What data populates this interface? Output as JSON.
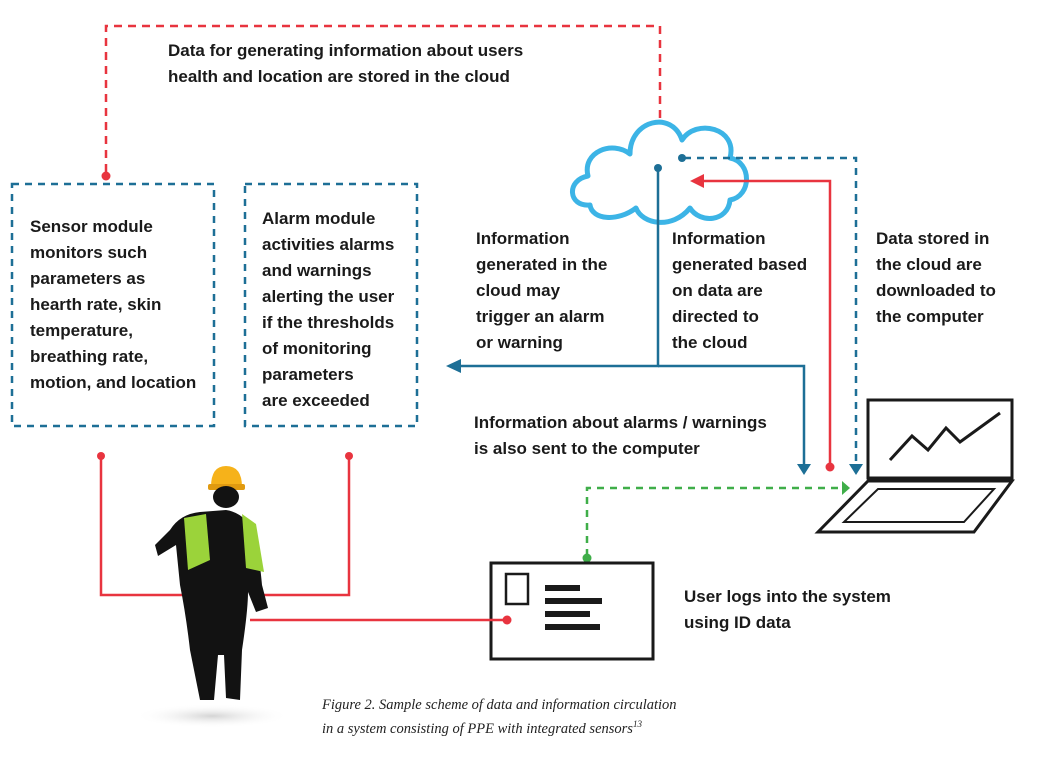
{
  "labels": {
    "cloud_storage": "Data for generating information about users\nhealth and location are stored in the cloud",
    "sensor_module": "Sensor module\nmonitors such\nparameters as\nhearth rate, skin\ntemperature,\nbreathing rate,\nmotion, and location",
    "alarm_module": "Alarm module\nactivities alarms\nand warnings\nalerting the user\nif the thresholds\nof monitoring\nparameters\nare exceeded",
    "cloud_alarm": "Information\ngenerated in the\ncloud may\ntrigger an alarm\nor warning",
    "directed_to_cloud": "Information\ngenerated based\non data are\ndirected to\nthe cloud",
    "downloaded": "Data stored in\nthe cloud are\ndownloaded to\nthe computer",
    "alarms_to_computer": "Information about alarms / warnings\nis also sent to the computer",
    "user_login": "User logs into the system\nusing ID data"
  },
  "caption": {
    "text": "Figure 2. Sample scheme of data and information circulation\nin a system consisting of PPE with integrated sensors",
    "superscript": "13"
  },
  "colors": {
    "red": "#e8343f",
    "blue": "#1d6f96",
    "green": "#3fae49",
    "cloud": "#3cb4e6",
    "vest": "#9bd33a",
    "helmet": "#f6b21a",
    "silhouette": "#121212"
  }
}
